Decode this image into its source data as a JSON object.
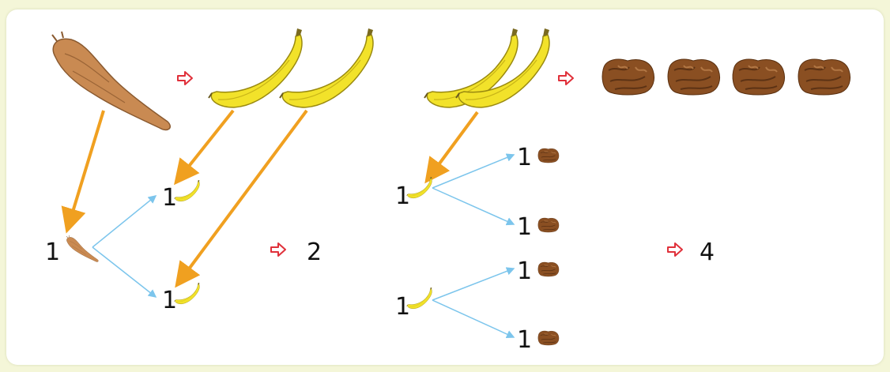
{
  "colors": {
    "background": "#f4f6d8",
    "panel": "#ffffff",
    "orange_arrow": "#f0a020",
    "blue_arrow": "#7cc5ec",
    "red_arrow": "#e0303a",
    "cassava": "#c98a52",
    "banana": "#f2e22a",
    "seed_ball": "#8a4f22"
  },
  "icons": {
    "cassava": "cassava-root-icon",
    "banana": "banana-icon",
    "ball": "brown-ball-icon"
  },
  "left_group": {
    "small_counts": [
      "1",
      "1",
      "1"
    ],
    "result": "2"
  },
  "right_group": {
    "small_counts": [
      "1",
      "1",
      "1",
      "1",
      "1",
      "1"
    ],
    "result": "4"
  }
}
